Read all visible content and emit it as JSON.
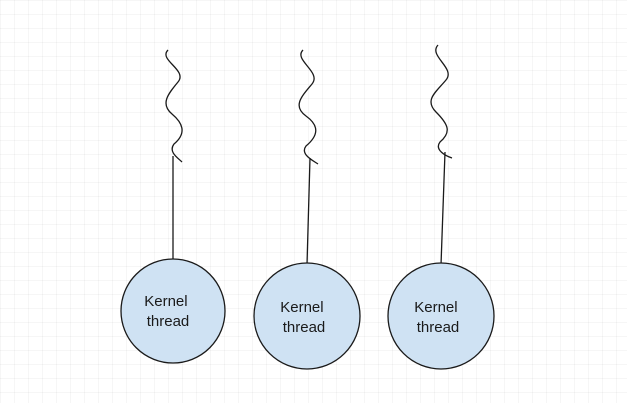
{
  "diagram": {
    "nodes": [
      {
        "label_line1": "Kernel",
        "label_line2": "thread"
      },
      {
        "label_line1": "Kernel",
        "label_line2": "thread"
      },
      {
        "label_line1": "Kernel",
        "label_line2": "thread"
      }
    ],
    "colors": {
      "node_fill": "#cfe2f3",
      "stroke": "#1a1a1a"
    }
  }
}
